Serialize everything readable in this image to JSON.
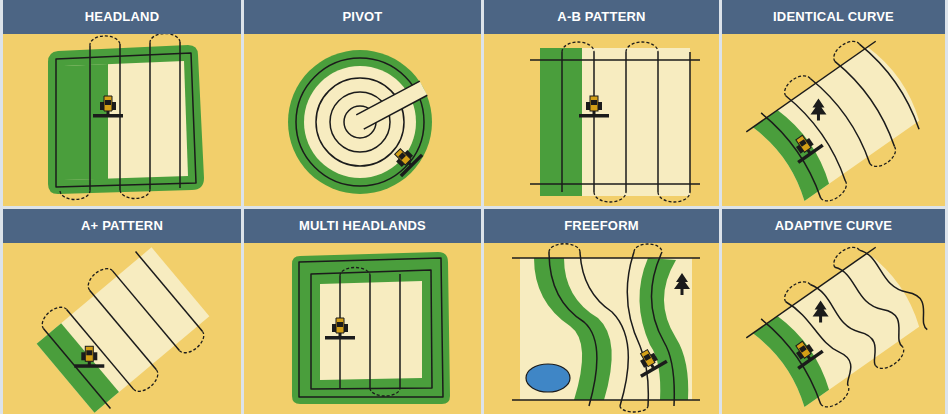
{
  "diagram": {
    "nodes": [
      {
        "text": [
          "HEADLAND"
        ]
      },
      {
        "text": [
          "PIVOT"
        ]
      },
      {
        "text": [
          "A-B PATTERN"
        ]
      },
      {
        "text": [
          "IDENTICAL CURVE"
        ]
      },
      {
        "text": [
          "A+ PATTERN"
        ]
      },
      {
        "text": [
          "MULTI HEADLANDS"
        ]
      },
      {
        "text": [
          "FREEFORM"
        ]
      },
      {
        "text": [
          "ADAPTIVE CURVE"
        ]
      }
    ]
  }
}
